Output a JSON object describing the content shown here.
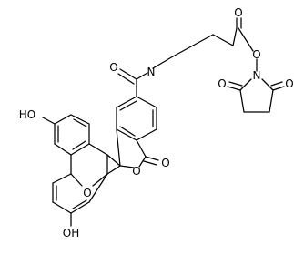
{
  "image_description": "",
  "atom_labels": {
    "phenol_oh_top": "HO",
    "phenol_oh_bottom": "OH",
    "xanthene_oxygen": "O",
    "amide_oxygen": "O",
    "amide_nitrogen": "N",
    "lactone_ring_oxygen": "O",
    "lactone_carbonyl_oxygen": "O",
    "ester_carbonyl_oxygen": "O",
    "ester_oxygen": "O",
    "succinimide_nitrogen": "N",
    "succinimide_carbonyl_oxygen_left": "O",
    "succinimide_carbonyl_oxygen_right": "O"
  }
}
